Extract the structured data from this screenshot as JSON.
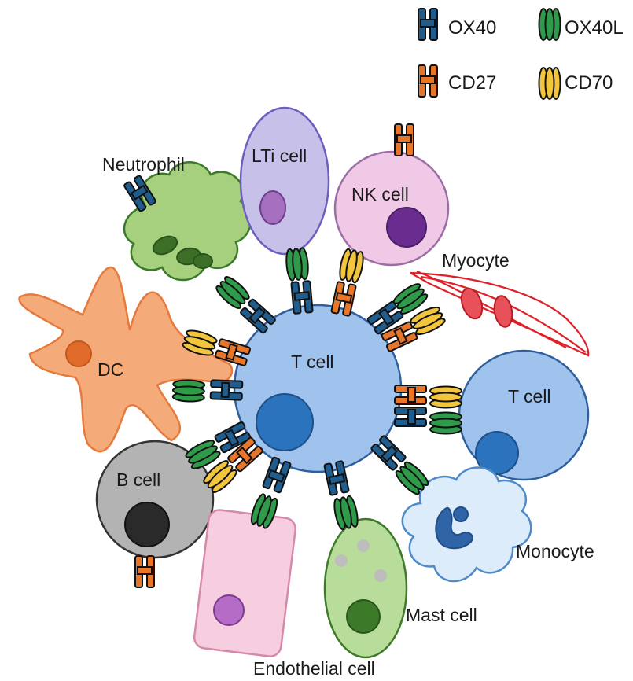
{
  "legend": {
    "ox40": "OX40",
    "ox40l": "OX40L",
    "cd27": "CD27",
    "cd70": "CD70"
  },
  "cells": {
    "central_t_cell": "T cell",
    "neutrophil": "Neutrophil",
    "lti_cell": "LTi cell",
    "nk_cell": "NK cell",
    "myocyte": "Myocyte",
    "dc": "DC",
    "t_cell_right": "T cell",
    "b_cell": "B cell",
    "monocyte": "Monocyte",
    "mast_cell": "Mast cell",
    "endothelial_cell": "Endothelial cell"
  },
  "colors": {
    "ox40_blue": "#1f5d8e",
    "ox40l_green": "#2e9a4a",
    "cd27_orange": "#e8762a",
    "cd70_yellow": "#f2c53d",
    "t_cell_fill": "#9fc3ec",
    "t_cell_nucleus": "#2b73bd"
  }
}
